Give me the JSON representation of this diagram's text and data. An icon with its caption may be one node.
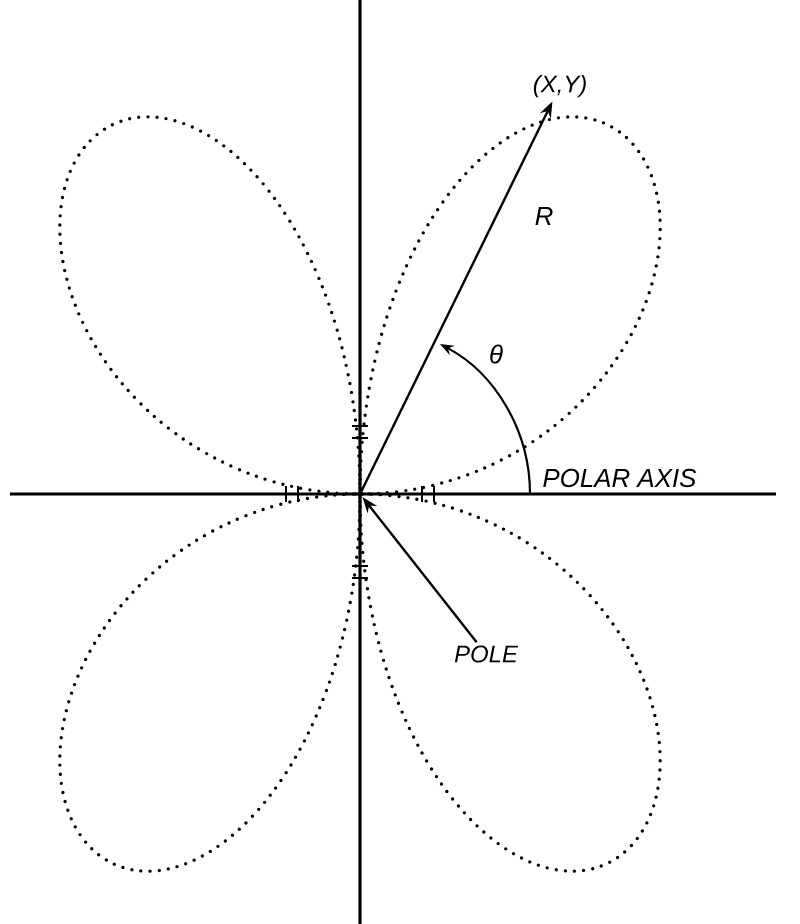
{
  "diagram": {
    "nodes": [
      {
        "text": [
          "POLE"
        ]
      },
      {
        "text": [],
        "shape": "point"
      },
      {
        "text": [
          "(X,Y)"
        ]
      }
    ],
    "edges": [
      {
        "from": 0,
        "to": 1,
        "arrow": "to"
      },
      {
        "from": 1,
        "to": 2,
        "arrow": "to",
        "label": "R"
      }
    ],
    "labels": [
      "θ",
      "POLAR AXIS"
    ]
  }
}
